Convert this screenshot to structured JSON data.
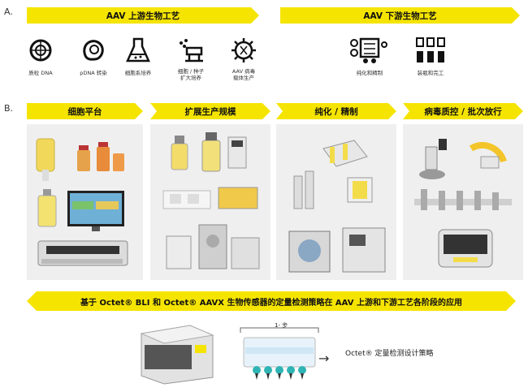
{
  "section_a": "A.",
  "section_b": "B.",
  "upstream_title": "AAV 上游生物工艺",
  "downstream_title": "AAV 下游生物工艺",
  "upstream_icons": [
    {
      "label": "质粒 DNA",
      "icon": "plasmid-icon"
    },
    {
      "label": "pDNA 转染",
      "icon": "transfection-icon"
    },
    {
      "label": "细胞系培养",
      "icon": "cell-culture-flask-icon"
    },
    {
      "label": "细胞 / 种子\n扩大培养",
      "icon": "seed-expansion-icon"
    },
    {
      "label": "AAV 病毒\n载体生产",
      "icon": "virus-icon"
    }
  ],
  "downstream_icons": [
    {
      "label": "纯化和精制",
      "icon": "purification-icon"
    },
    {
      "label": "装瓶和完工",
      "icon": "vial-filling-icon"
    }
  ],
  "stages": [
    "细胞平台",
    "扩展生产规模",
    "纯化 / 精制",
    "病毒质控 / 批次放行"
  ],
  "banner": "基于 Octet® BLI 和 Octet® AAVX 生物传感器的定量检测策略在 AAV 上游和下游工艺各阶段的应用",
  "step_label": "1- 步",
  "strategy": "Octet® 定量检测设计策略",
  "arrow_glyph": "→",
  "colors": {
    "accent": "#f5e400",
    "panel": "#efefef"
  }
}
